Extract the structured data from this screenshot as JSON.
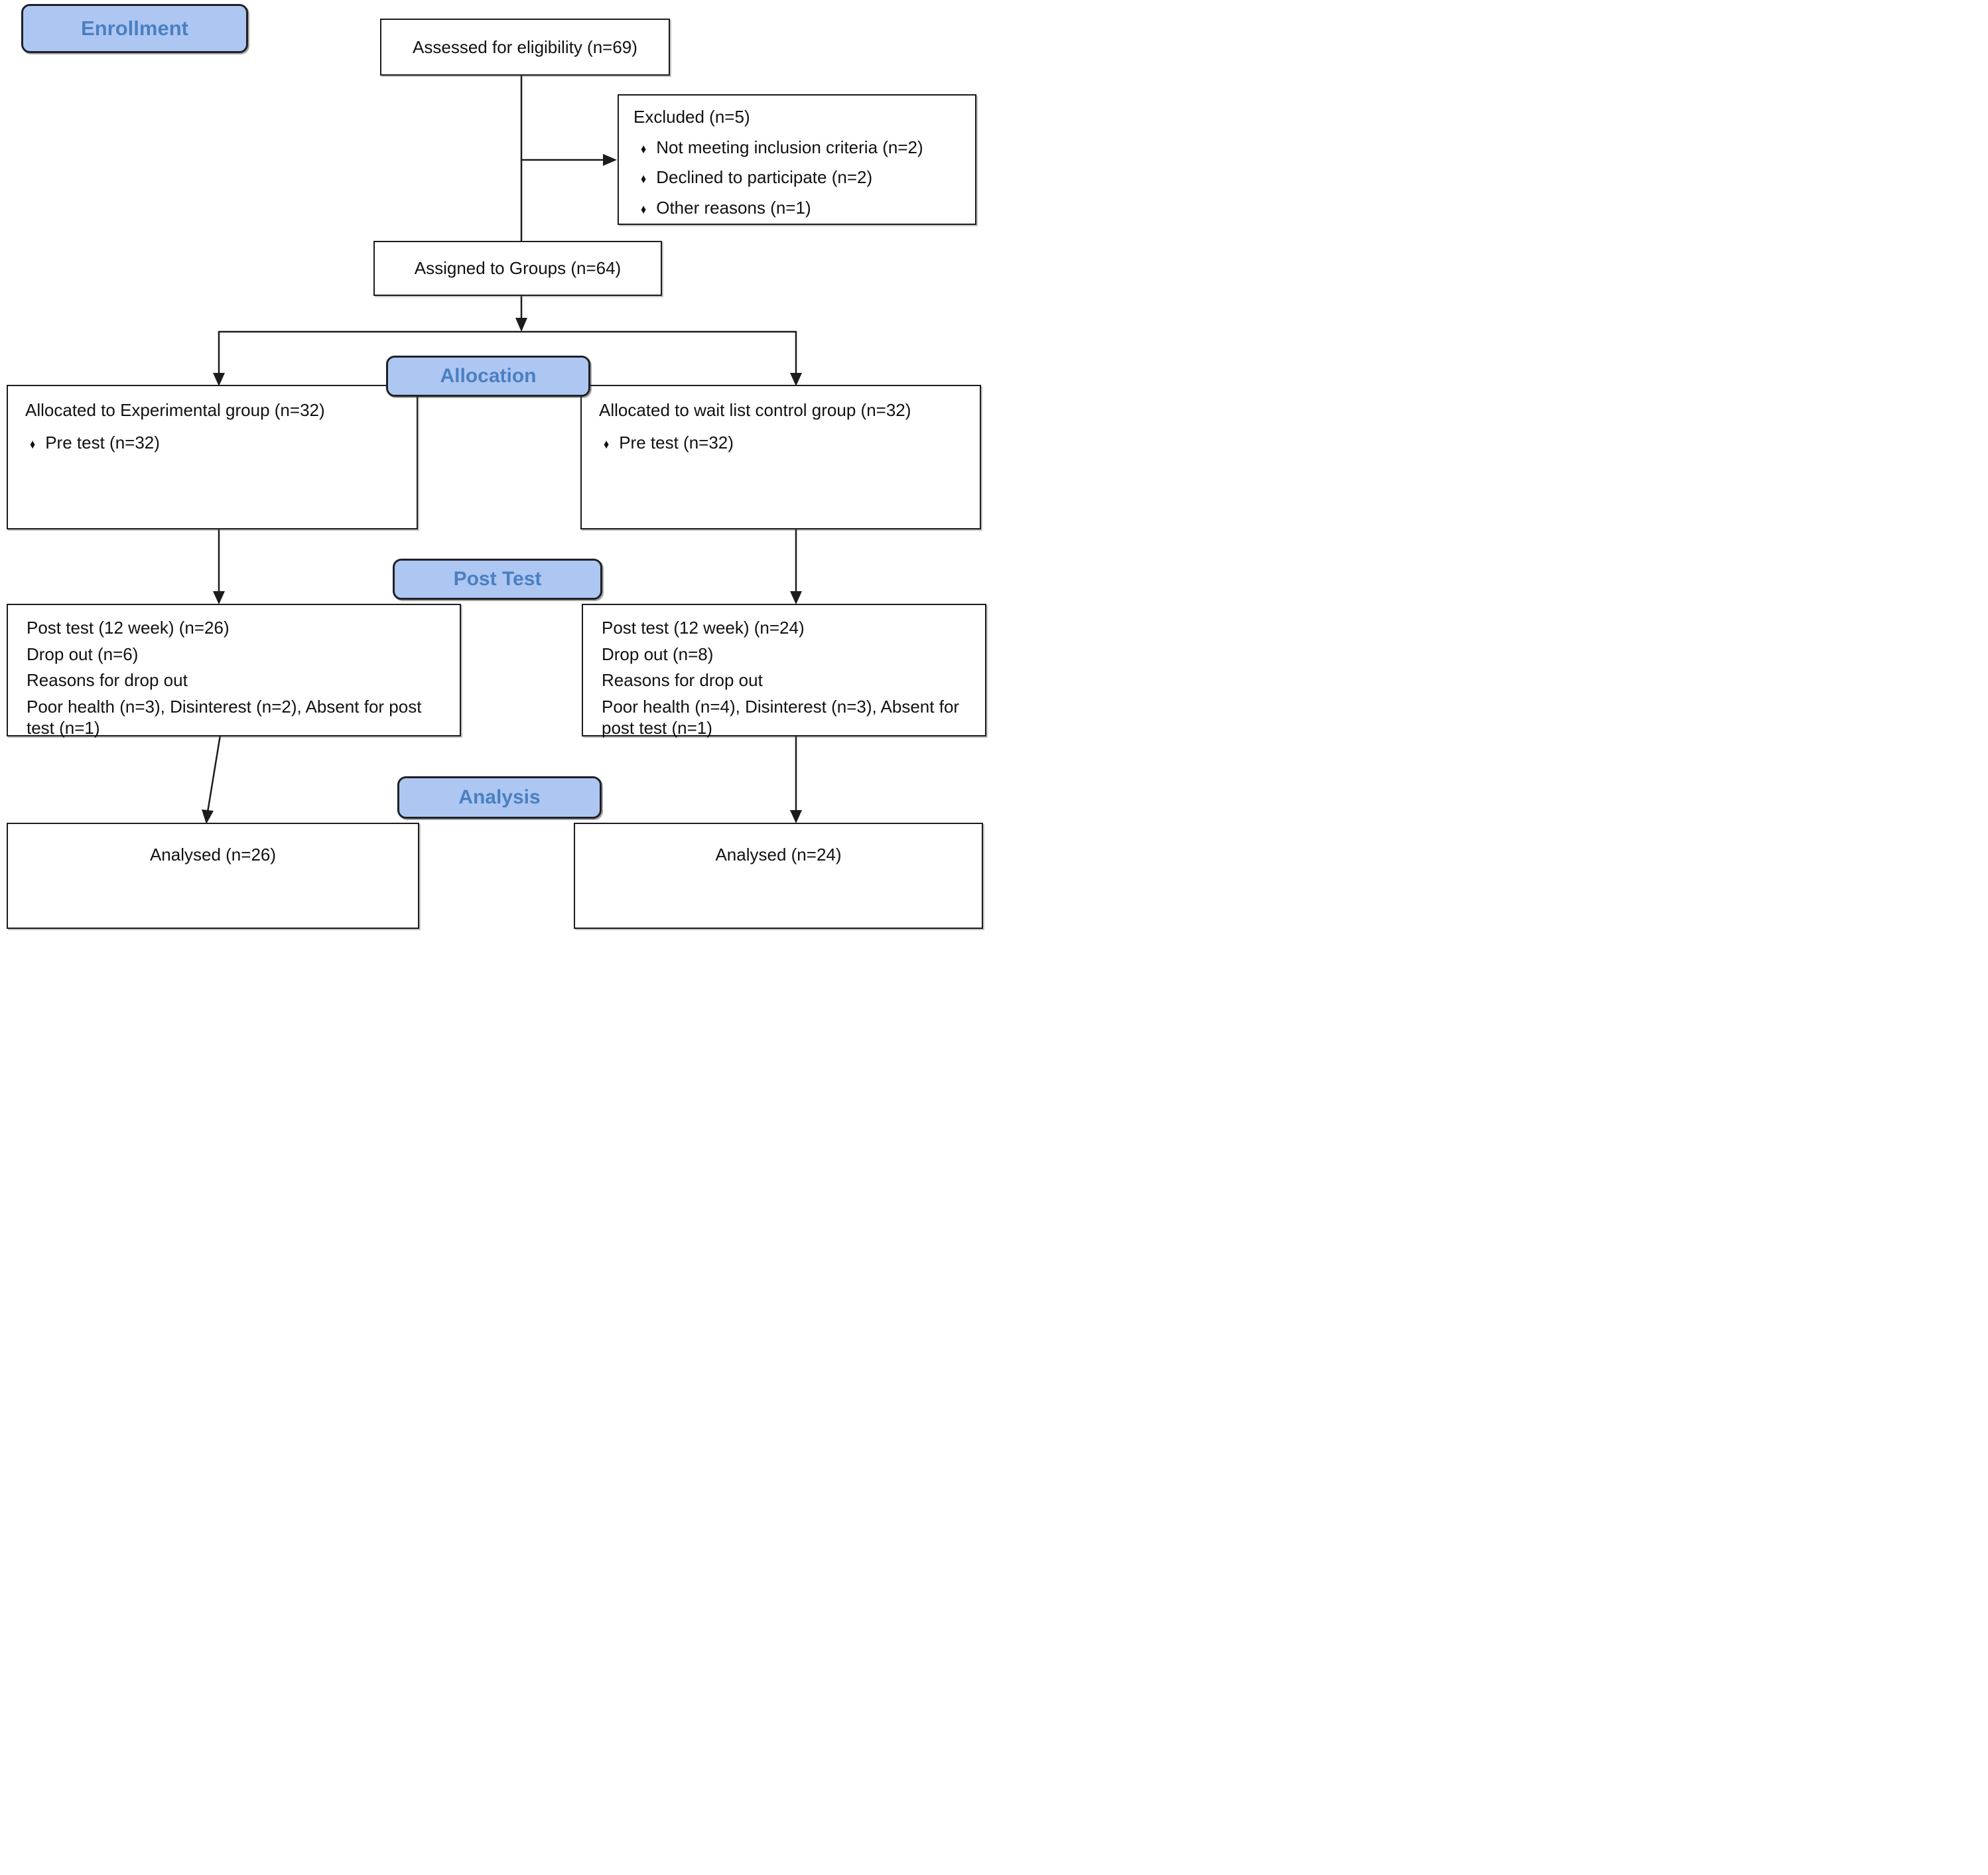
{
  "colors": {
    "badge_fill": "#aec6f2",
    "badge_text": "#4a80c2",
    "badge_border": "#1e2126",
    "box_border": "#1c1c1c",
    "connector": "#1c1c1c",
    "page_bg": "#ffffff",
    "body_text": "#111111"
  },
  "bullet_char": "♦",
  "stages": {
    "enrollment": "Enrollment",
    "allocation": "Allocation",
    "post_test": "Post Test",
    "analysis": "Analysis"
  },
  "boxes": {
    "assessed": {
      "text": "Assessed for eligibility (n=69)"
    },
    "excluded": {
      "title": "Excluded (n=5)",
      "items": [
        "Not meeting inclusion criteria (n=2)",
        "Declined to participate (n=2)",
        "Other reasons (n=1)"
      ]
    },
    "assigned": {
      "text": "Assigned to Groups (n=64)"
    },
    "allocation_left": {
      "title": "Allocated to Experimental group (n=32)",
      "items": [
        "Pre test (n=32)"
      ]
    },
    "allocation_right": {
      "title": "Allocated to wait list control group (n=32)",
      "items": [
        "Pre test (n=32)"
      ]
    },
    "post_test_left": {
      "lines": [
        "Post test (12 week) (n=26)",
        "Drop out (n=6)",
        "Reasons for drop out",
        "Poor health (n=3), Disinterest (n=2), Absent for post test (n=1)"
      ]
    },
    "post_test_right": {
      "lines": [
        "Post test (12 week) (n=24)",
        "Drop out (n=8)",
        "Reasons for drop out",
        "Poor health (n=4), Disinterest (n=3), Absent for post test (n=1)"
      ]
    },
    "analysed_left": {
      "text": "Analysed (n=26)"
    },
    "analysed_right": {
      "text": "Analysed (n=24)"
    }
  }
}
